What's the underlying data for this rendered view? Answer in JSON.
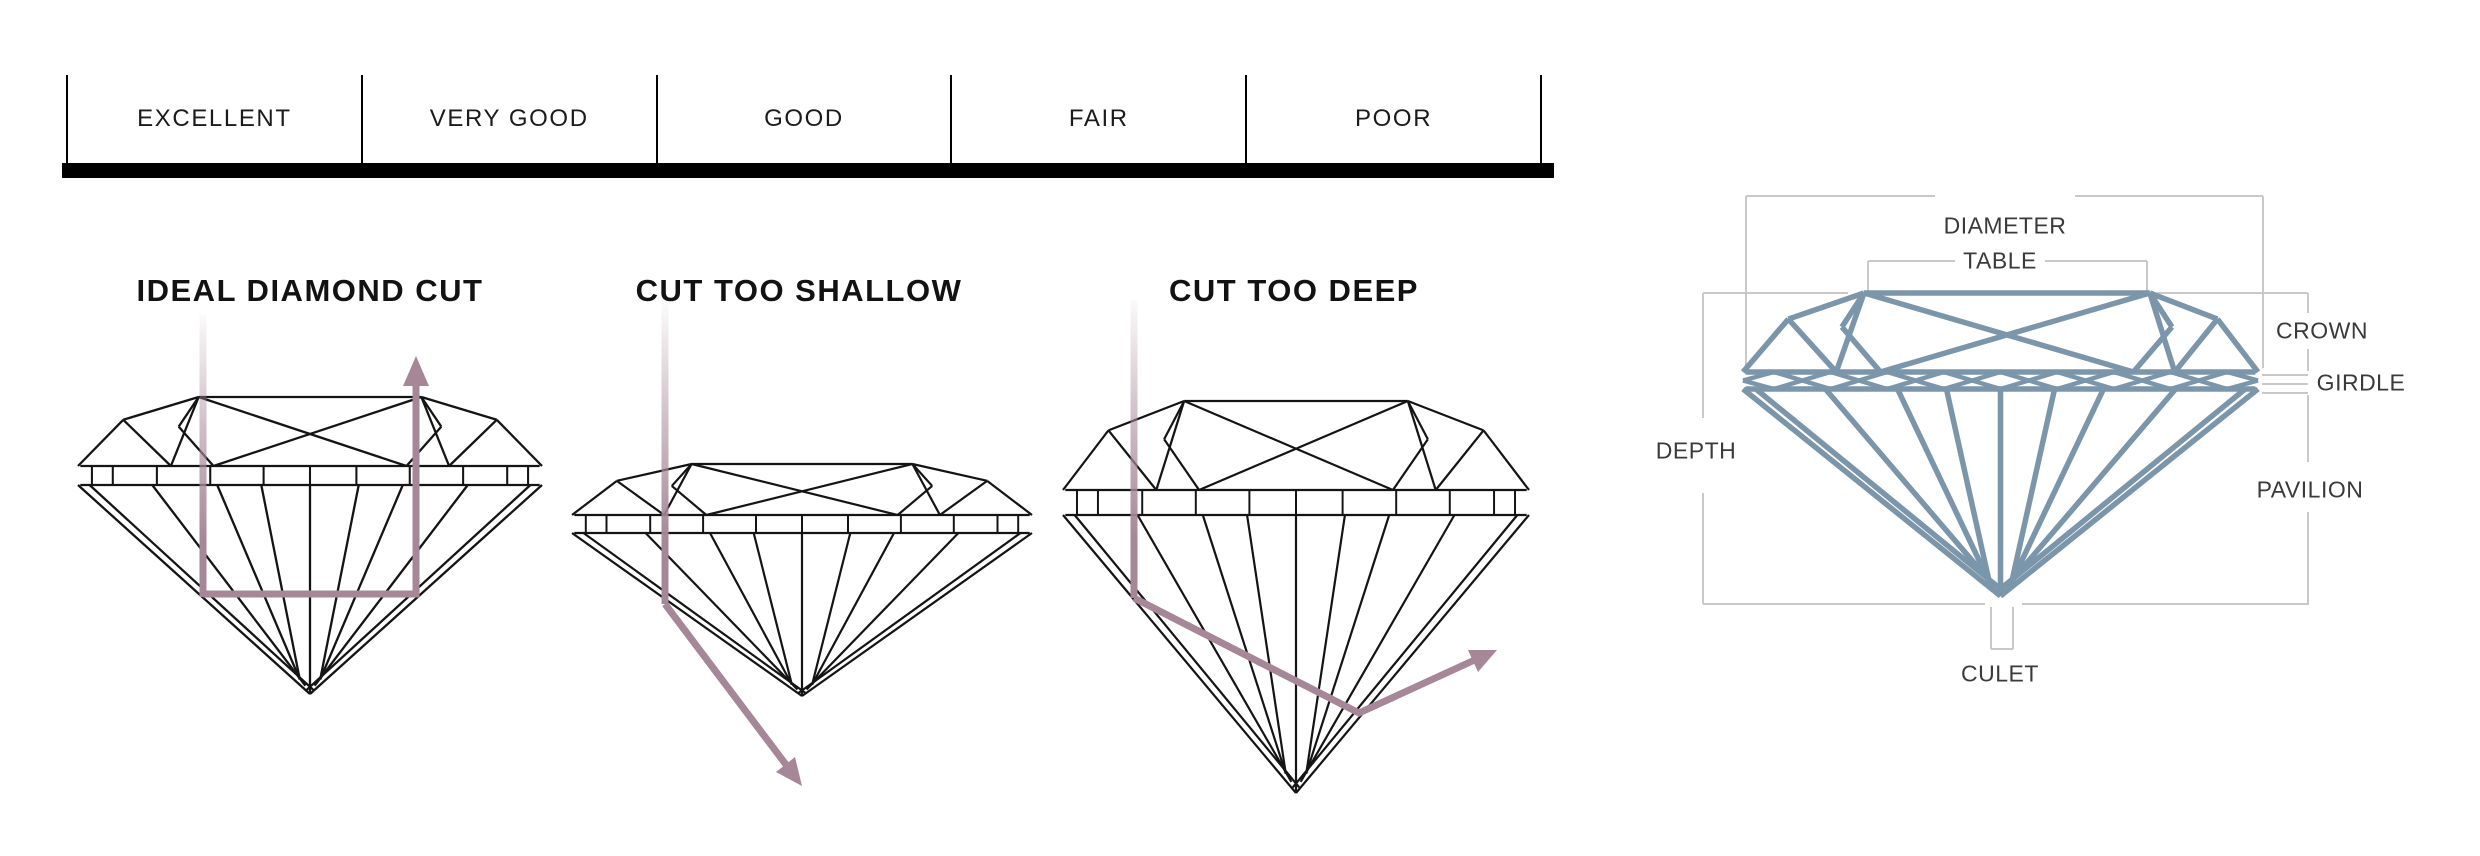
{
  "scale": {
    "grades": [
      "EXCELLENT",
      "VERY GOOD",
      "GOOD",
      "FAIR",
      "POOR"
    ]
  },
  "figures": [
    {
      "title": "IDEAL DIAMOND CUT"
    },
    {
      "title": "CUT TOO SHALLOW"
    },
    {
      "title": "CUT TOO DEEP"
    }
  ],
  "anatomy": {
    "diameter": "DIAMETER",
    "table": "TABLE",
    "crown": "CROWN",
    "girdle": "GIRDLE",
    "depth": "DEPTH",
    "pavilion": "PAVILION",
    "culet": "CULET"
  },
  "colors": {
    "ray": "#a68798",
    "outline": "#141414",
    "anatomy_diamond": "#7b96aa",
    "bracket": "#c9c9c9",
    "anatomy_label": "#3a3a3a",
    "scale_text": "#1b1b1b",
    "bar": "#000000"
  }
}
